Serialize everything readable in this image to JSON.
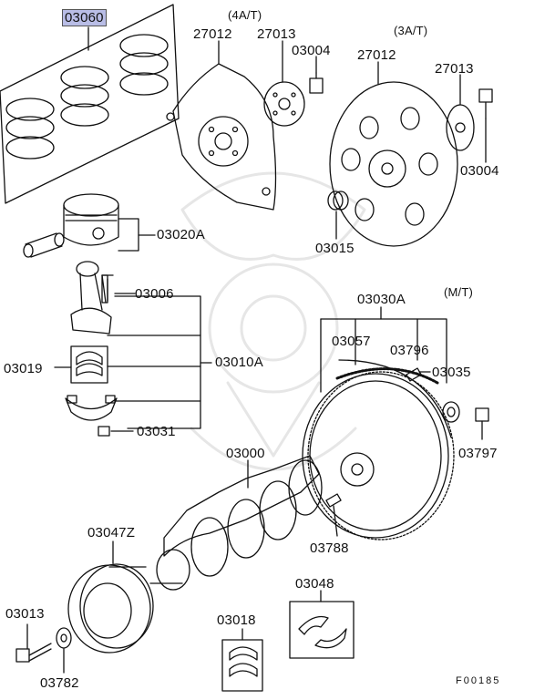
{
  "labels": {
    "p03060": "03060",
    "v4at": "(4A/T)",
    "v3at": "(3A/T)",
    "vmt": "(M/T)",
    "p27012a": "27012",
    "p27013a": "27013",
    "p03004a": "03004",
    "p27012b": "27012",
    "p27013b": "27013",
    "p03004b": "03004",
    "p03020A": "03020A",
    "p03015": "03015",
    "p03006": "03006",
    "p03030A": "03030A",
    "p03057": "03057",
    "p03796": "03796",
    "p03035": "03035",
    "p03019": "03019",
    "p03010A": "03010A",
    "p03031": "03031",
    "p03000": "03000",
    "p03797": "03797",
    "p03788": "03788",
    "p03047Z": "03047Z",
    "p03048": "03048",
    "p03013": "03013",
    "p03018": "03018",
    "p03782": "03782",
    "figure_id": "F00185"
  },
  "colors": {
    "highlight": "#b9bde6",
    "line": "#111111",
    "watermark": "#e9e9e9"
  }
}
